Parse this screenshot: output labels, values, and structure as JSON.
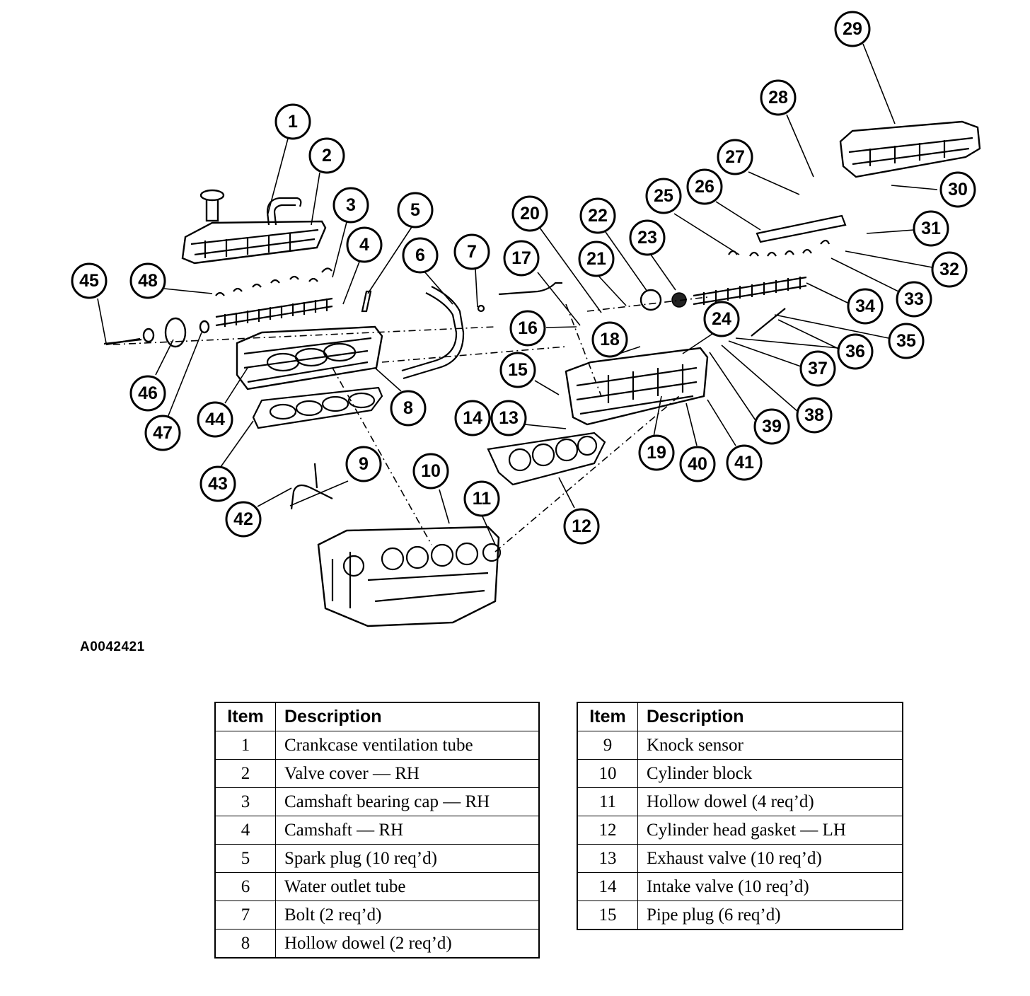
{
  "figure_id": "A0042421",
  "callout_numbers": [
    "1",
    "2",
    "3",
    "4",
    "5",
    "6",
    "7",
    "8",
    "9",
    "10",
    "11",
    "12",
    "13",
    "14",
    "15",
    "16",
    "17",
    "18",
    "19",
    "20",
    "21",
    "22",
    "23",
    "24",
    "25",
    "26",
    "27",
    "28",
    "29",
    "30",
    "31",
    "32",
    "33",
    "34",
    "35",
    "36",
    "37",
    "38",
    "39",
    "40",
    "41",
    "42",
    "43",
    "44",
    "45",
    "46",
    "47",
    "48"
  ],
  "table_headers": {
    "item": "Item",
    "description": "Description"
  },
  "table_left": [
    {
      "item": "1",
      "description": "Crankcase ventilation tube"
    },
    {
      "item": "2",
      "description": "Valve cover — RH"
    },
    {
      "item": "3",
      "description": "Camshaft bearing cap — RH"
    },
    {
      "item": "4",
      "description": "Camshaft — RH"
    },
    {
      "item": "5",
      "description": "Spark plug (10 req’d)"
    },
    {
      "item": "6",
      "description": "Water outlet tube"
    },
    {
      "item": "7",
      "description": "Bolt (2 req’d)"
    },
    {
      "item": "8",
      "description": "Hollow dowel (2 req’d)"
    }
  ],
  "table_right": [
    {
      "item": "9",
      "description": "Knock sensor"
    },
    {
      "item": "10",
      "description": "Cylinder block"
    },
    {
      "item": "11",
      "description": "Hollow dowel (4 req’d)"
    },
    {
      "item": "12",
      "description": "Cylinder head gasket — LH"
    },
    {
      "item": "13",
      "description": "Exhaust valve (10 req’d)"
    },
    {
      "item": "14",
      "description": "Intake valve (10 req’d)"
    },
    {
      "item": "15",
      "description": "Pipe plug (6 req’d)"
    }
  ]
}
